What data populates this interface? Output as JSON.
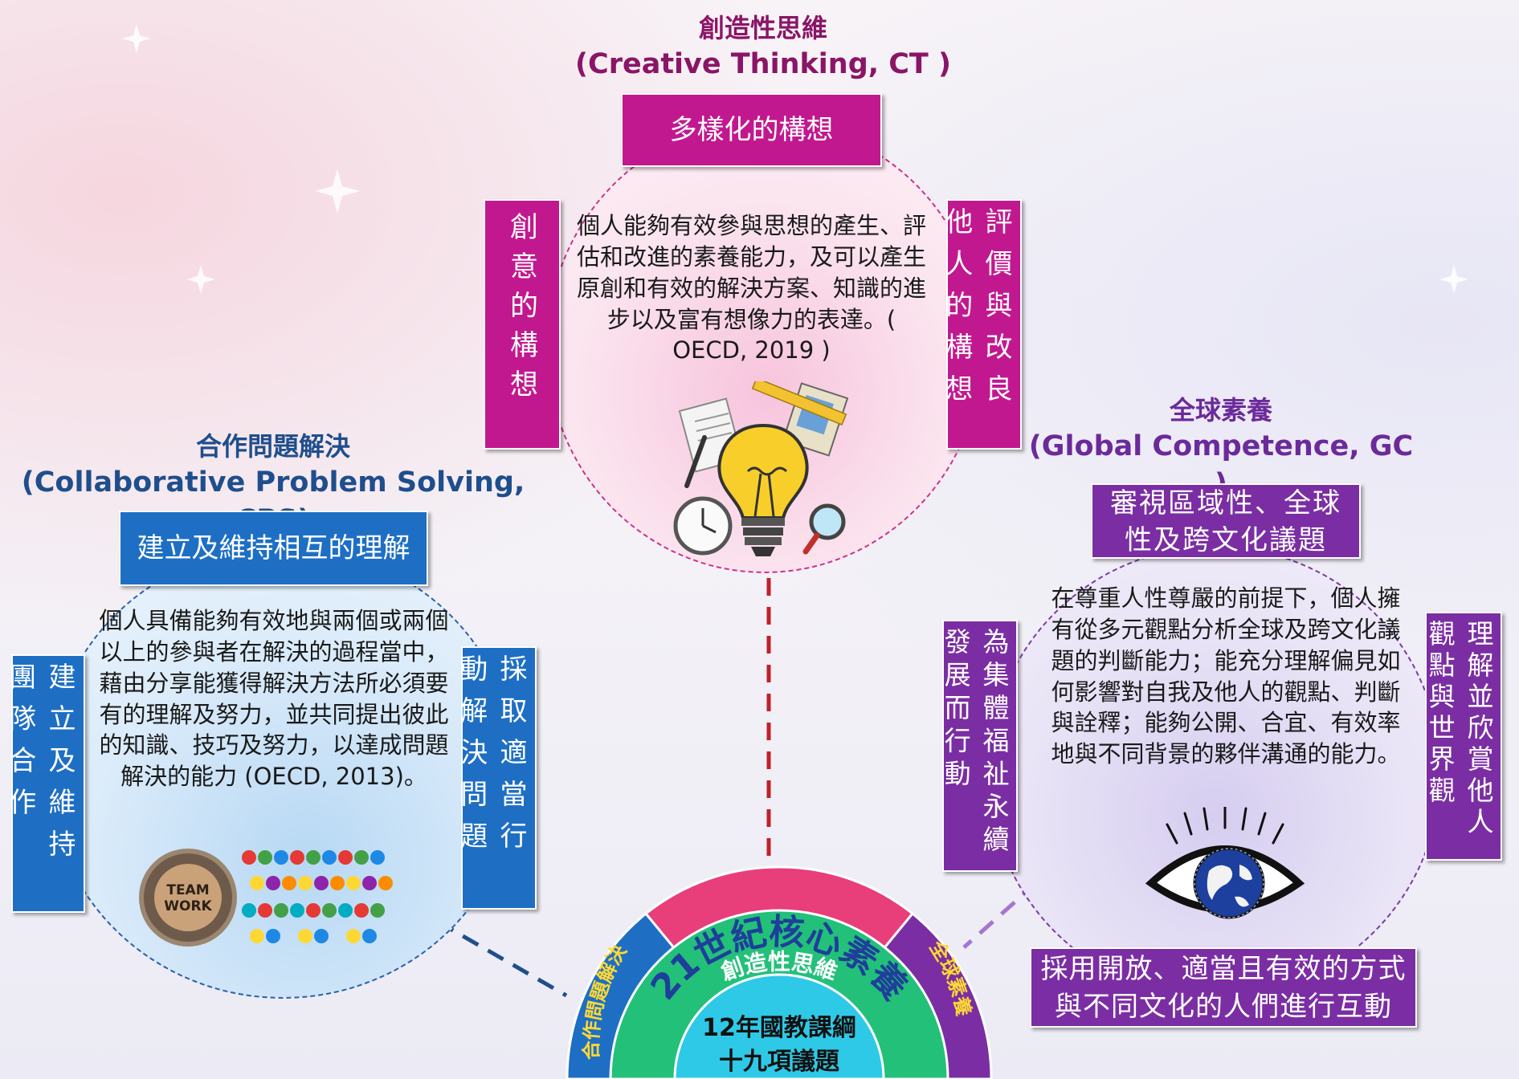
{
  "ct": {
    "title_zh": "創造性思維",
    "title_en": "(Creative Thinking, CT )",
    "top_box": "多樣化的構想",
    "left_box": "創意的構想",
    "right_box": "評價與改良他人的構想",
    "description": "個人能夠有效參與思想的產生、評估和改進的素養能力，及可以產生原創和有效的解決方案、知識的進步以及富有想像力的表達。( OECD, 2019 )"
  },
  "cps": {
    "title_zh": "合作問題解決",
    "title_en": "(Collaborative Problem Solving, CPS)",
    "top_box": "建立及維持相互的理解",
    "left_box": "建立及維持團隊合作",
    "right_box": "採取適當行動解決問題",
    "description": "個人具備能夠有效地與兩個或兩個以上的參與者在解決的過程當中，藉由分享能獲得解決方法所必須要有的理解及努力，並共同提出彼此的知識、技巧及努力，以達成問題解決的能力 (OECD, 2013)。",
    "badge_text": "TEAM WORK"
  },
  "gc": {
    "title_zh": "全球素養",
    "title_en": "(Global Competence, GC )",
    "top_box": "審視區域性、全球性及跨文化議題",
    "left_box": "為集體福祉永續發展而行動",
    "right_box": "理解並欣賞他人觀點與世界觀",
    "bottom_box": "採用開放、適當且有效的方式與不同文化的人們進行互動",
    "description": "在尊重人性尊嚴的前提下，個人擁有從多元觀點分析全球及跨文化議題的判斷能力；能充分理解偏見如何影響對自我及他人的觀點、判斷與詮釋；能夠公開、合宜、有效率地與不同背景的夥伴溝通的能力。"
  },
  "hub": {
    "ring_top": "創造性思維",
    "ring_left": "合作問題解決",
    "ring_right": "全球素養",
    "middle_arc": "21世紀核心素養",
    "center_line1": "12年國教課綱",
    "center_line2": "十九項議題"
  },
  "colors": {
    "ct": "#c2188f",
    "cps": "#1e6fc4",
    "gc": "#7b2ea3",
    "ct_title": "#8a1566",
    "cps_title": "#1f4e8c",
    "gc_title": "#6b2a9a",
    "hub_ring_top": "#e83e7a",
    "hub_middle": "#22c27a",
    "hub_center": "#2ec9e6"
  },
  "icons": [
    "lightbulb-icon",
    "clock-icon",
    "magnifier-icon",
    "ruler-icon",
    "clipboard-icon",
    "pencil-icon",
    "paper-icon",
    "team-people-icon",
    "eye-globe-icon"
  ]
}
